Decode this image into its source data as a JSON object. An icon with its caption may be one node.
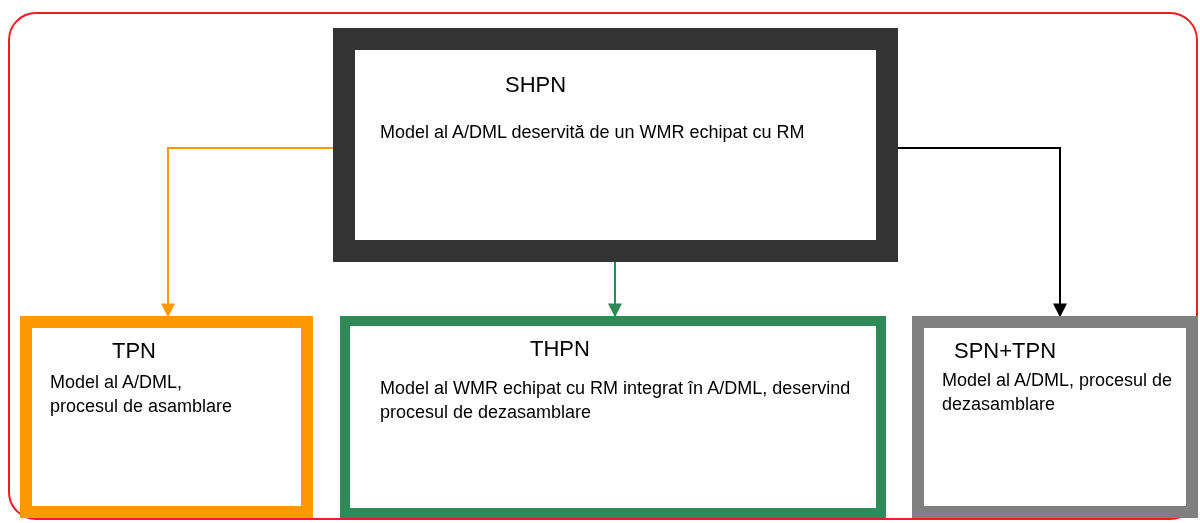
{
  "diagram": {
    "nodes": [
      {
        "text": [
          "SHPN",
          "Model al A/DML deservită de un WMR echipat cu RM"
        ]
      },
      {
        "text": [
          "TPN",
          "Model al A/DML, procesul de asamblare"
        ]
      },
      {
        "text": [
          "THPN",
          "Model al WMR echipat cu RM integrat în A/DML, deservind procesul de dezasamblare"
        ]
      },
      {
        "text": [
          "SPN+TPN",
          "Model al A/DML, procesul de dezasamblare"
        ]
      }
    ],
    "edges": [
      {
        "from": 0,
        "to": 1,
        "arrow": "to",
        "color": "#ff9900"
      },
      {
        "from": 0,
        "to": 2,
        "arrow": "to",
        "color": "#2e8b57"
      },
      {
        "from": 0,
        "to": 3,
        "arrow": "to",
        "color": "#000000"
      }
    ]
  }
}
